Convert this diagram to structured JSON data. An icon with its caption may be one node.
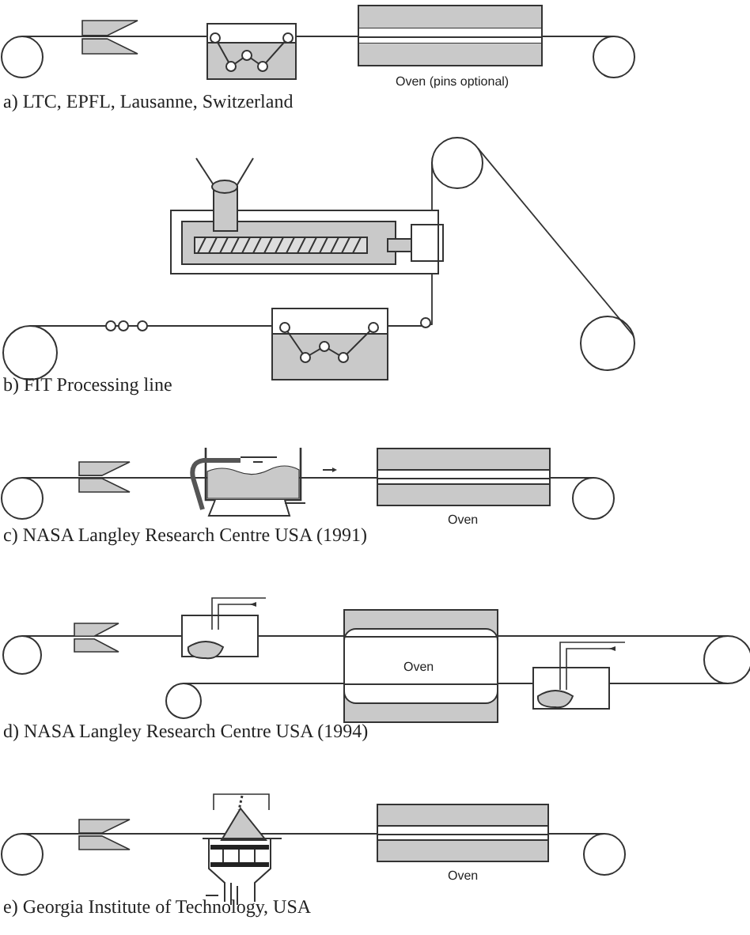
{
  "diagram": {
    "nodes": [
      {
        "text": [],
        "shape": "circle"
      },
      {
        "text": [
          "Oven (pins optional)"
        ]
      },
      {
        "text": [],
        "shape": "circle"
      },
      {
        "text": [],
        "shape": "circle"
      },
      {
        "text": [],
        "shape": "circle"
      },
      {
        "text": [],
        "shape": "circle"
      },
      {
        "text": [],
        "shape": "circle"
      },
      {
        "text": [
          "Oven"
        ]
      },
      {
        "text": [],
        "shape": "circle"
      },
      {
        "text": [],
        "shape": "circle"
      },
      {
        "text": [],
        "shape": "circle"
      },
      {
        "text": [
          "Oven"
        ]
      },
      {
        "text": [],
        "shape": "circle"
      },
      {
        "text": [],
        "shape": "circle"
      },
      {
        "text": [
          "Oven"
        ]
      },
      {
        "text": [],
        "shape": "circle"
      }
    ],
    "edges": [
      {
        "from": 0,
        "to": 1,
        "arrow": "none"
      },
      {
        "from": 1,
        "to": 2,
        "arrow": "none"
      },
      {
        "from": 3,
        "to": 4,
        "arrow": "none"
      },
      {
        "from": 4,
        "to": 5,
        "arrow": "none"
      },
      {
        "from": 6,
        "to": 7,
        "arrow": "none"
      },
      {
        "from": 7,
        "to": 8,
        "arrow": "none"
      },
      {
        "from": 9,
        "to": 11,
        "arrow": "none"
      },
      {
        "from": 11,
        "to": 12,
        "arrow": "none"
      },
      {
        "from": 10,
        "to": 11,
        "arrow": "none"
      },
      {
        "from": 11,
        "to": 12,
        "arrow": "none"
      },
      {
        "from": 13,
        "to": 14,
        "arrow": "none"
      },
      {
        "from": 14,
        "to": 15,
        "arrow": "none"
      }
    ],
    "labels": [
      "a) LTC, EPFL, Lausanne, Switzerland",
      "b) FIT Processing line",
      "c) NASA Langley Research Centre USA (1991)",
      "d) NASA Langley Research Centre USA (1994)",
      "e) Georgia Institute of Technology, USA"
    ]
  }
}
